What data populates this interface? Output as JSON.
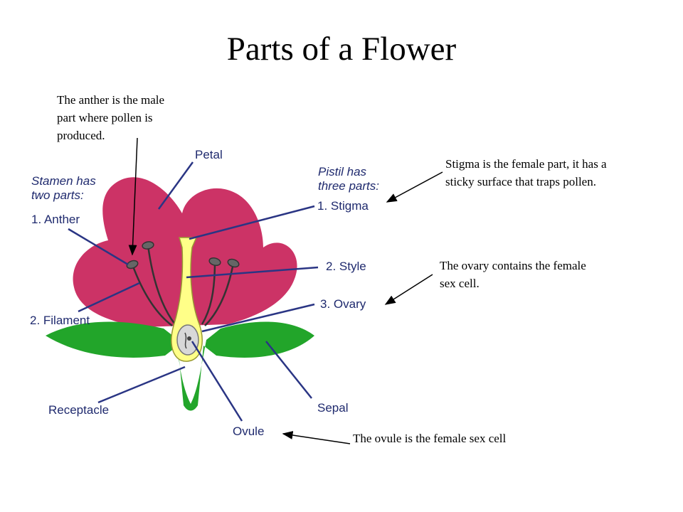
{
  "slide": {
    "title": "Parts of a Flower"
  },
  "notes": {
    "anther": "The anther is the male\npart where pollen is\nproduced.",
    "stigma": "Stigma is the female part, it has a\nsticky surface that traps pollen.",
    "ovary": "The ovary contains the female\nsex cell.",
    "ovule": "The ovule is the female sex cell"
  },
  "labels": {
    "petal": "Petal",
    "stamen_heading": "Stamen has\ntwo parts:",
    "anther": "1. Anther",
    "filament": "2. Filament",
    "pistil_heading": "Pistil has\nthree parts:",
    "stigma": "1. Stigma",
    "style": "2. Style",
    "ovary": "3. Ovary",
    "receptacle": "Receptacle",
    "sepal": "Sepal",
    "ovule": "Ovule"
  },
  "colors": {
    "petal": "#cc3366",
    "sepal": "#22a52a",
    "pistil": "#ffff88",
    "ovary_inner": "#d8d8d8",
    "stamen": "#555555",
    "label_text": "#1f2a6e",
    "leader_line": "#2a3584",
    "arrow": "#000000"
  }
}
